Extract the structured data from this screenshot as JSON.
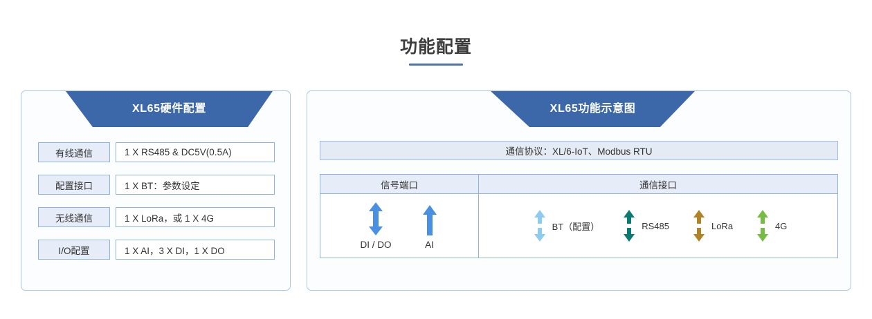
{
  "header": {
    "title": "功能配置",
    "accent_color": "#4f73aa"
  },
  "left_panel": {
    "banner_title": "XL65硬件配置",
    "rows": [
      {
        "label": "有线通信",
        "value": "1 X RS485 & DC5V(0.5A)"
      },
      {
        "label": "配置接口",
        "value": "1 X BT：参数设定"
      },
      {
        "label": "无线通信",
        "value": "1 X LoRa，或 1 X 4G"
      },
      {
        "label": "I/O配置",
        "value": "1 X AI，3 X DI，1 X DO"
      }
    ]
  },
  "right_panel": {
    "banner_title": "XL65功能示意图",
    "protocol_bar": "通信协议：XL/6-IoT、Modbus RTU",
    "matrix": {
      "headers": [
        "信号端口",
        "通信接口"
      ],
      "signal_ports": [
        {
          "label": "DI / DO",
          "arrow": "double-arrow-icon",
          "color": "#4a90e2"
        },
        {
          "label": "AI",
          "arrow": "up-arrow-icon",
          "color": "#4a90e2"
        }
      ],
      "comm_ports": [
        {
          "label": "BT（配置）",
          "arrow": "double-arrow-icon",
          "color": "#8ecbf0"
        },
        {
          "label": "RS485",
          "arrow": "double-arrow-icon",
          "color": "#0b7a72"
        },
        {
          "label": "LoRa",
          "arrow": "double-arrow-icon",
          "color": "#b08326"
        },
        {
          "label": "4G",
          "arrow": "double-arrow-icon",
          "color": "#76bc42"
        }
      ]
    }
  },
  "colors": {
    "banner": "#3c67a8",
    "panel_border": "#a9c6ea",
    "cell_border": "#8fb3e0",
    "label_bg": "#e6edf8",
    "proto_bg": "#e5ebf5"
  }
}
